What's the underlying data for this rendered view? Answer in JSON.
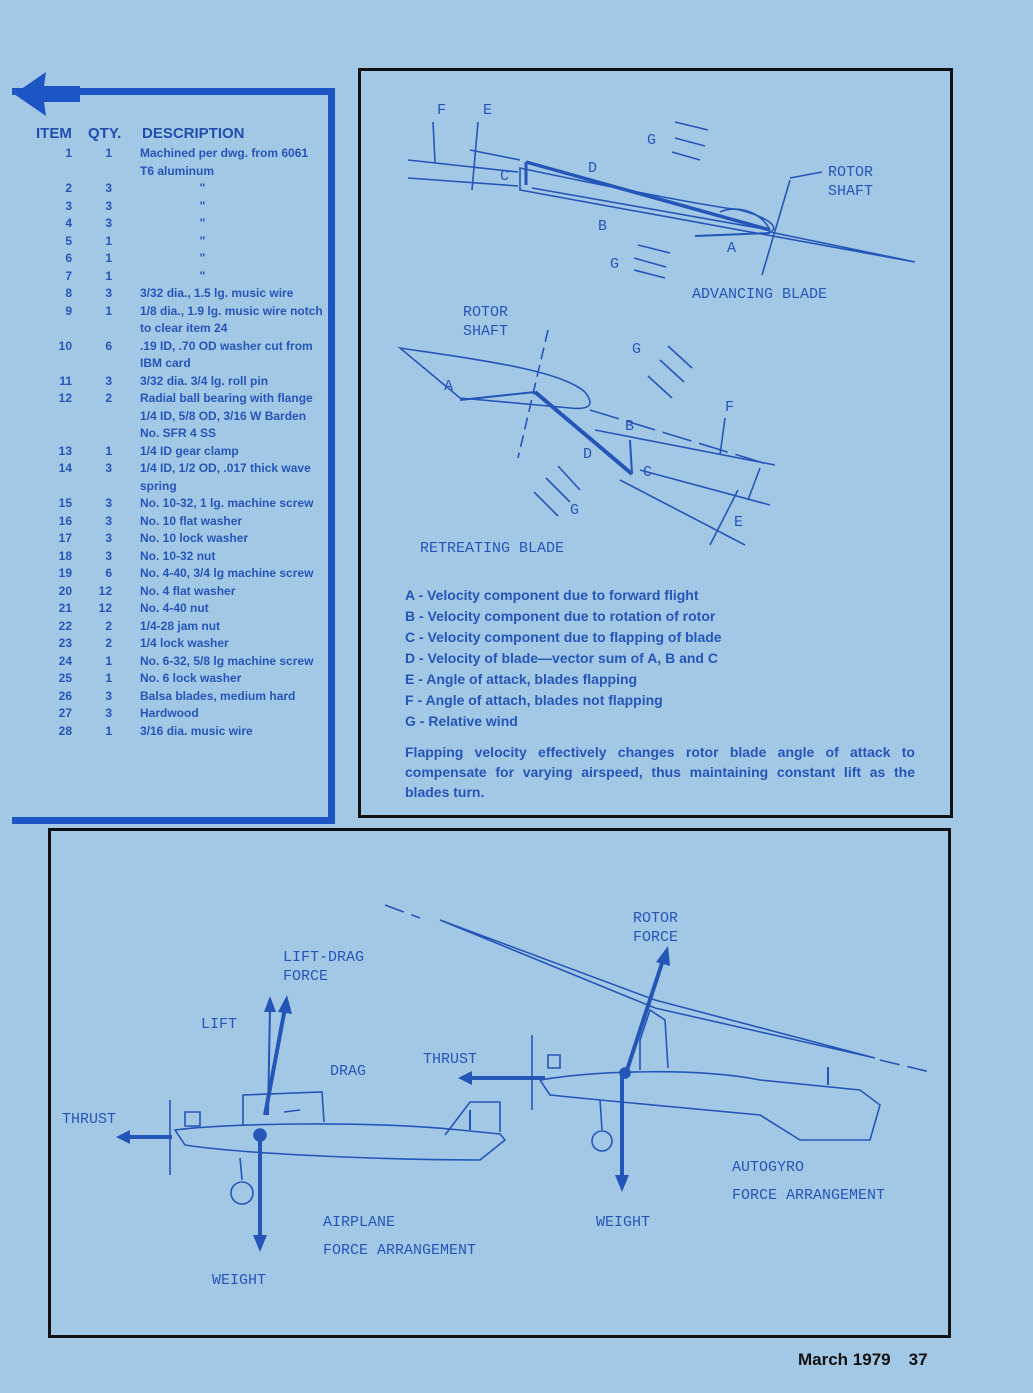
{
  "parts_list": {
    "headers": {
      "item": "ITEM",
      "qty": "QTY.",
      "description": "DESCRIPTION"
    },
    "rows": [
      {
        "item": "1",
        "qty": "1",
        "description": "Machined per dwg. from 6061 T6 aluminum"
      },
      {
        "item": "2",
        "qty": "3",
        "description": "\""
      },
      {
        "item": "3",
        "qty": "3",
        "description": "\""
      },
      {
        "item": "4",
        "qty": "3",
        "description": "\""
      },
      {
        "item": "5",
        "qty": "1",
        "description": "\""
      },
      {
        "item": "6",
        "qty": "1",
        "description": "\""
      },
      {
        "item": "7",
        "qty": "1",
        "description": "\""
      },
      {
        "item": "8",
        "qty": "3",
        "description": "3/32 dia., 1.5 lg. music wire"
      },
      {
        "item": "9",
        "qty": "1",
        "description": "1/8 dia., 1.9 lg. music wire notch to clear item 24"
      },
      {
        "item": "10",
        "qty": "6",
        "description": ".19 ID, .70 OD washer cut from IBM card"
      },
      {
        "item": "11",
        "qty": "3",
        "description": "3/32 dia. 3/4 lg. roll pin"
      },
      {
        "item": "12",
        "qty": "2",
        "description": "Radial ball bearing with flange 1/4 ID, 5/8 OD, 3/16 W Barden No. SFR 4 SS"
      },
      {
        "item": "13",
        "qty": "1",
        "description": "1/4 ID gear clamp"
      },
      {
        "item": "14",
        "qty": "3",
        "description": "1/4 ID, 1/2 OD, .017 thick wave spring"
      },
      {
        "item": "15",
        "qty": "3",
        "description": "No. 10-32, 1 lg. machine screw"
      },
      {
        "item": "16",
        "qty": "3",
        "description": "No. 10 flat washer"
      },
      {
        "item": "17",
        "qty": "3",
        "description": "No. 10 lock washer"
      },
      {
        "item": "18",
        "qty": "3",
        "description": "No. 10-32 nut"
      },
      {
        "item": "19",
        "qty": "6",
        "description": "No. 4-40, 3/4 lg machine screw"
      },
      {
        "item": "20",
        "qty": "12",
        "description": "No. 4 flat washer"
      },
      {
        "item": "21",
        "qty": "12",
        "description": "No. 4-40 nut"
      },
      {
        "item": "22",
        "qty": "2",
        "description": "1/4-28 jam nut"
      },
      {
        "item": "23",
        "qty": "2",
        "description": "1/4 lock washer"
      },
      {
        "item": "24",
        "qty": "1",
        "description": "No. 6-32, 5/8 lg machine screw"
      },
      {
        "item": "25",
        "qty": "1",
        "description": "No. 6 lock washer"
      },
      {
        "item": "26",
        "qty": "3",
        "description": "Balsa blades, medium hard"
      },
      {
        "item": "27",
        "qty": "3",
        "description": "Hardwood"
      },
      {
        "item": "28",
        "qty": "1",
        "description": "3/16 dia. music wire"
      }
    ]
  },
  "blade_diagram": {
    "advancing": {
      "title": "ADVANCING BLADE",
      "rotor_shaft_1": "ROTOR",
      "rotor_shaft_2": "SHAFT",
      "F": "F",
      "E": "E",
      "C": "C",
      "D": "D",
      "B": "B",
      "A": "A",
      "G1": "G",
      "G2": "G"
    },
    "retreating": {
      "title": "RETREATING BLADE",
      "rotor_shaft_1": "ROTOR",
      "rotor_shaft_2": "SHAFT",
      "A": "A",
      "B": "B",
      "C": "C",
      "D": "D",
      "E": "E",
      "F": "F",
      "G1": "G",
      "G2": "G"
    },
    "legend": [
      "A - Velocity component due to forward flight",
      "B - Velocity component due to rotation of rotor",
      "C - Velocity component due to flapping of blade",
      "D - Velocity of blade—vector sum of A, B and C",
      "E - Angle of attack, blades flapping",
      "F - Angle of attach, blades not flapping",
      "G - Relative wind"
    ],
    "caption": "Flapping velocity effectively changes rotor blade angle of attack to compensate for varying airspeed, thus maintaining constant lift as the blades turn."
  },
  "force_diagram": {
    "airplane": {
      "lift_drag_1": "LIFT-DRAG",
      "lift_drag_2": "FORCE",
      "lift": "LIFT",
      "drag": "DRAG",
      "thrust": "THRUST",
      "weight": "WEIGHT",
      "title_1": "AIRPLANE",
      "title_2": "FORCE ARRANGEMENT"
    },
    "autogyro": {
      "rotor_force_1": "ROTOR",
      "rotor_force_2": "FORCE",
      "thrust": "THRUST",
      "weight": "WEIGHT",
      "title_1": "AUTOGYRO",
      "title_2": "FORCE ARRANGEMENT"
    }
  },
  "footer": {
    "issue": "March 1979",
    "page": "37"
  },
  "colors": {
    "background": "#a3c8e6",
    "ink": "#2456b8",
    "border": "#1d55c4"
  }
}
